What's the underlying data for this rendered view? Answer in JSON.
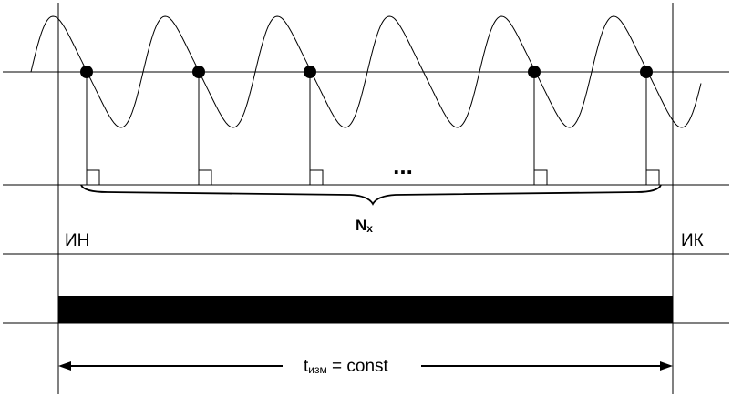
{
  "labels": {
    "start": "ИН",
    "end": "ИК",
    "count_main": "N",
    "count_sub": "x",
    "ellipsis": "...",
    "time_main": "t",
    "time_sub": "изм",
    "time_eq": " = const"
  },
  "colors": {
    "stroke": "#000000",
    "bar": "#000000",
    "background": "#ffffff"
  }
}
